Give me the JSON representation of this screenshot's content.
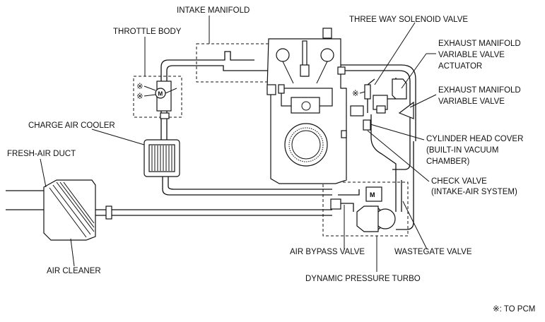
{
  "labels": {
    "intake_manifold": "INTAKE MANIFOLD",
    "throttle_body": "THROTTLE BODY",
    "three_way_solenoid_valve": "THREE WAY SOLENOID VALVE",
    "exh_actuator_1": "EXHAUST MANIFOLD",
    "exh_actuator_2": "VARIABLE VALVE",
    "exh_actuator_3": "ACTUATOR",
    "exh_valve_1": "EXHAUST MANIFOLD",
    "exh_valve_2": "VARIABLE VALVE",
    "charge_air_cooler": "CHARGE AIR COOLER",
    "fresh_air_duct": "FRESH-AIR DUCT",
    "cyl_head_1": "CYLINDER HEAD COVER",
    "cyl_head_2": "(BUILT-IN VACUUM",
    "cyl_head_3": "CHAMBER)",
    "check_valve_1": "CHECK VALVE",
    "check_valve_2": "(INTAKE-AIR SYSTEM)",
    "air_bypass_valve": "AIR BYPASS VALVE",
    "wastegate_valve": "WASTEGATE VALVE",
    "air_cleaner": "AIR CLEANER",
    "dynamic_pressure_turbo": "DYNAMIC PRESSURE TURBO",
    "to_pcm_legend": "※: TO PCM"
  },
  "symbols": {
    "pcm_mark": "※",
    "motor_letter": "M"
  }
}
